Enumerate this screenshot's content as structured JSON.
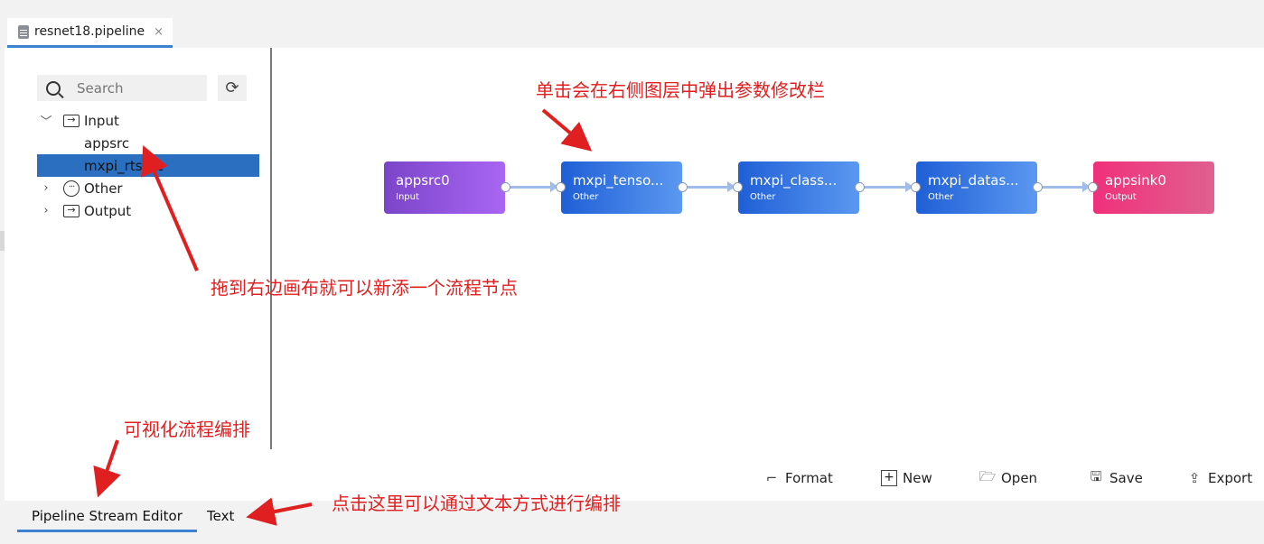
{
  "file_tab": {
    "title": "resnet18.pipeline",
    "close": "×"
  },
  "search": {
    "placeholder": "Search"
  },
  "tree": {
    "input": {
      "label": "Input",
      "children": [
        "appsrc",
        "mxpi_rtsprc"
      ]
    },
    "other": {
      "label": "Other"
    },
    "output": {
      "label": "Output"
    }
  },
  "nodes": [
    {
      "label": "appsrc0",
      "type": "Input",
      "color_from": "#7b45c9",
      "color_to": "#a866f2"
    },
    {
      "label": "mxpi_tenso...",
      "type": "Other",
      "color_from": "#1f5fd6",
      "color_to": "#5b98f0"
    },
    {
      "label": "mxpi_class...",
      "type": "Other",
      "color_from": "#1f5fd6",
      "color_to": "#5b98f0"
    },
    {
      "label": "mxpi_datas...",
      "type": "Other",
      "color_from": "#1f5fd6",
      "color_to": "#5b98f0"
    },
    {
      "label": "appsink0",
      "type": "Output",
      "color_from": "#f0307a",
      "color_to": "#e0608f"
    }
  ],
  "toolbar": {
    "format": "Format",
    "new": "New",
    "open": "Open",
    "save": "Save",
    "export": "Export"
  },
  "bottom_tabs": {
    "editor": "Pipeline Stream Editor",
    "text": "Text"
  },
  "annotations": {
    "click_popup": "单击会在右侧图层中弹出参数修改栏",
    "drag_add": "拖到右边画布就可以新添一个流程节点",
    "visual": "可视化流程编排",
    "text_mode": "点击这里可以通过文本方式进行编排"
  },
  "colors": {
    "accent": "#3c82d1",
    "annotation": "#e02020",
    "selected": "#2a6fc0"
  }
}
